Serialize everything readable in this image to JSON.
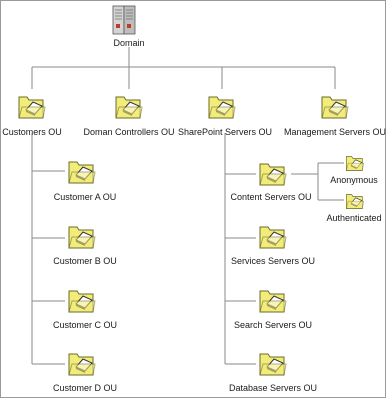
{
  "root": {
    "label": "Domain",
    "icon": "server-icon"
  },
  "ous": {
    "customers": "Customers OU",
    "domain_controllers": "Doman Controllers OU",
    "sharepoint_servers": "SharePoint Servers OU",
    "management_servers": "Management Servers OU"
  },
  "customers_children": [
    "Customer A OU",
    "Customer B OU",
    "Customer C OU",
    "Customer D OU"
  ],
  "sharepoint_children": [
    "Content Servers OU",
    "Services Servers OU",
    "Search Servers OU",
    "Database Servers OU"
  ],
  "content_children": [
    "Anonymous",
    "Authenticated"
  ],
  "colors": {
    "folder_fill": "#f2ec7a",
    "folder_border": "#6b6b2a",
    "line": "#8a8a8a"
  }
}
